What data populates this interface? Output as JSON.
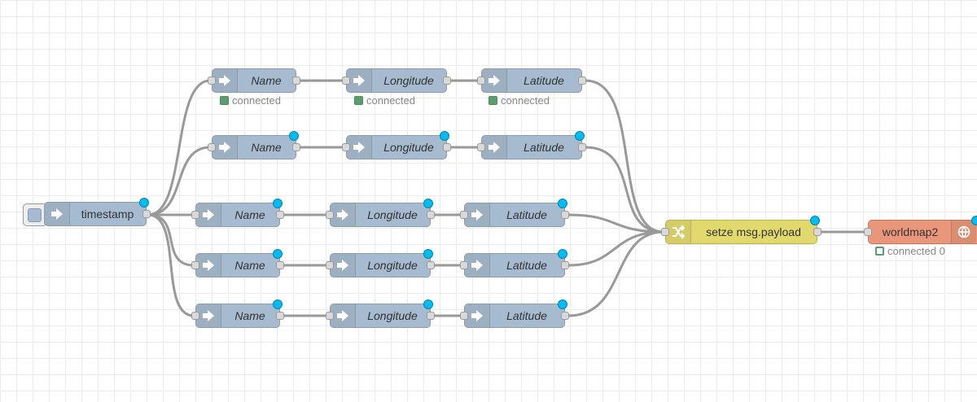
{
  "colors": {
    "node_blue": "#a6bbcf",
    "node_yellow": "#e2d96e",
    "node_orange": "#e9967a",
    "changed_dot": "#00bcf2",
    "status_green": "#5a9e6f",
    "wire": "#999999"
  },
  "inject": {
    "label": "timestamp",
    "icon": "arrow-in-icon"
  },
  "rows": [
    {
      "name": "Name",
      "longitude": "Longitude",
      "latitude": "Latitude",
      "status": "connected",
      "changed": false
    },
    {
      "name": "Name",
      "longitude": "Longitude",
      "latitude": "Latitude",
      "status": "",
      "changed": true
    },
    {
      "name": "Name",
      "longitude": "Longitude",
      "latitude": "Latitude",
      "status": "",
      "changed": true
    },
    {
      "name": "Name",
      "longitude": "Longitude",
      "latitude": "Latitude",
      "status": "",
      "changed": true
    },
    {
      "name": "Name",
      "longitude": "Longitude",
      "latitude": "Latitude",
      "status": "",
      "changed": true
    }
  ],
  "change": {
    "label": "setze msg.payload",
    "icon": "shuffle-icon"
  },
  "worldmap": {
    "label": "worldmap2",
    "status": "connected 0",
    "icon": "globe-icon"
  }
}
